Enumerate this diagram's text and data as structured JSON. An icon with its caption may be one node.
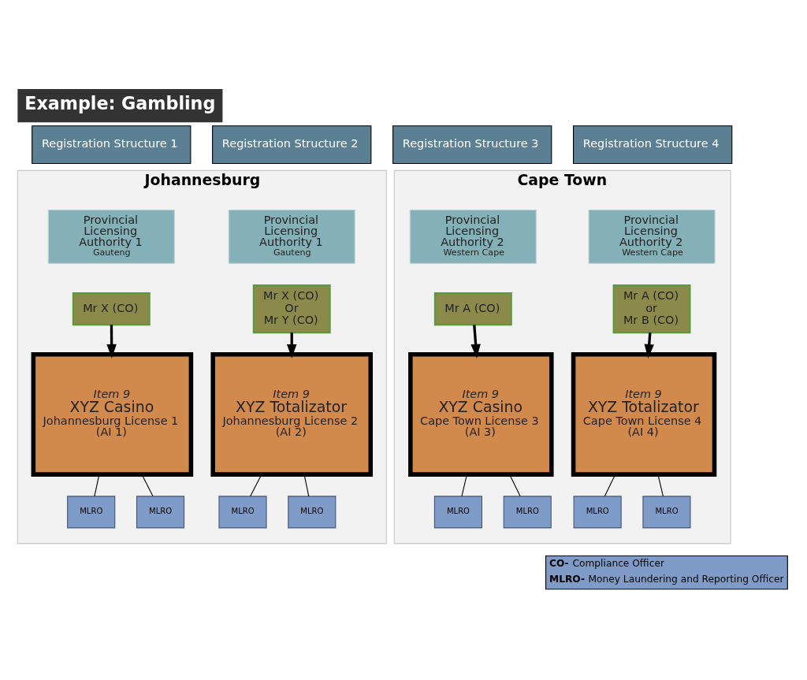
{
  "diagram": {
    "title": "Example: Gambling",
    "nodes": [
      {
        "text": [
          "Registration Structure 1"
        ]
      },
      {
        "text": [
          "Registration Structure 2"
        ]
      },
      {
        "text": [
          "Registration Structure 3"
        ]
      },
      {
        "text": [
          "Registration Structure 4"
        ]
      },
      {
        "text": [
          "Johannesburg"
        ]
      },
      {
        "text": [
          "Provincial Licensing Authority 1",
          "Gauteng"
        ],
        "in": 4
      },
      {
        "text": [
          "Mr X (CO)"
        ],
        "in": 4
      },
      {
        "text": [
          "Item 9",
          "XYZ Casino",
          "Johannesburg License 1",
          "(AI 1)"
        ],
        "in": 4
      },
      {
        "text": [
          "MLRO"
        ],
        "in": 4
      },
      {
        "text": [
          "MLRO"
        ],
        "in": 4
      },
      {
        "text": [
          "Provincial Licensing Authority 1",
          "Gauteng"
        ],
        "in": 4
      },
      {
        "text": [
          "Mr X (CO) Or Mr Y (CO)"
        ],
        "in": 4
      },
      {
        "text": [
          "Item 9",
          "XYZ Totalizator",
          "Johannesburg License 2",
          "(AI 2)"
        ],
        "in": 4
      },
      {
        "text": [
          "MLRO"
        ],
        "in": 4
      },
      {
        "text": [
          "MLRO"
        ],
        "in": 4
      },
      {
        "text": [
          "Cape Town"
        ]
      },
      {
        "text": [
          "Provincial Licensing Authority 2",
          "Western Cape"
        ],
        "in": 15
      },
      {
        "text": [
          "Mr A (CO)"
        ],
        "in": 15
      },
      {
        "text": [
          "Item 9",
          "XYZ Casino",
          "Cape Town License 3",
          "(AI 3)"
        ],
        "in": 15
      },
      {
        "text": [
          "MLRO"
        ],
        "in": 15
      },
      {
        "text": [
          "MLRO"
        ],
        "in": 15
      },
      {
        "text": [
          "Provincial Licensing Authority 2",
          "Western Cape"
        ],
        "in": 15
      },
      {
        "text": [
          "Mr A (CO) or Mr B (CO)"
        ],
        "in": 15
      },
      {
        "text": [
          "Item 9",
          "XYZ Totalizator",
          "Cape Town License 4",
          "(AI 4)"
        ],
        "in": 15
      },
      {
        "text": [
          "MLRO"
        ],
        "in": 15
      },
      {
        "text": [
          "MLRO"
        ],
        "in": 15
      }
    ],
    "edges": [
      {
        "from": 6,
        "to": 7,
        "arrow": "to",
        "style": "thick"
      },
      {
        "from": 7,
        "to": 8,
        "arrow": "none"
      },
      {
        "from": 7,
        "to": 9,
        "arrow": "none"
      },
      {
        "from": 11,
        "to": 12,
        "arrow": "to",
        "style": "thick"
      },
      {
        "from": 12,
        "to": 13,
        "arrow": "none"
      },
      {
        "from": 12,
        "to": 14,
        "arrow": "none"
      },
      {
        "from": 17,
        "to": 18,
        "arrow": "to",
        "style": "thick"
      },
      {
        "from": 18,
        "to": 19,
        "arrow": "none"
      },
      {
        "from": 18,
        "to": 20,
        "arrow": "none"
      },
      {
        "from": 22,
        "to": 23,
        "arrow": "to",
        "style": "thick"
      },
      {
        "from": 23,
        "to": 24,
        "arrow": "none"
      },
      {
        "from": 23,
        "to": 25,
        "arrow": "none"
      }
    ],
    "labels": [
      "**CO-** Compliance Officer",
      "**MLRO-** Money Laundering and Reporting Officer"
    ]
  }
}
